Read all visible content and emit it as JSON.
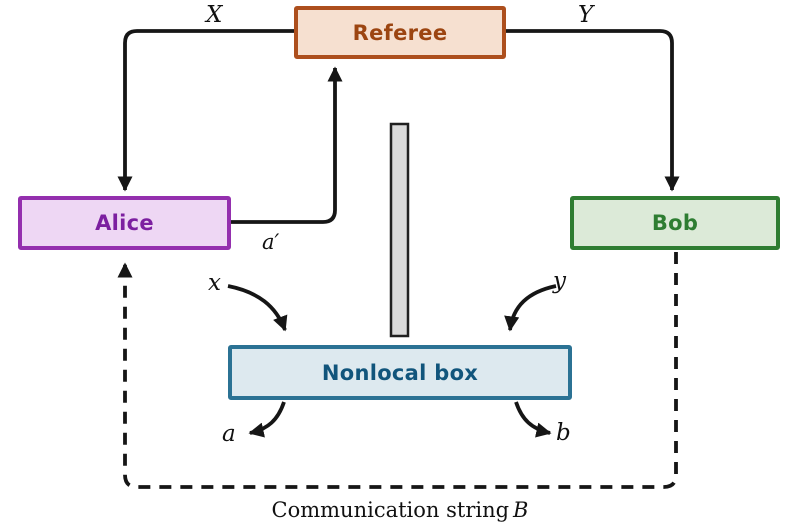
{
  "diagram": {
    "boxes": {
      "referee": {
        "label": "Referee"
      },
      "alice": {
        "label": "Alice"
      },
      "bob": {
        "label": "Bob"
      },
      "nonlocal": {
        "label": "Nonlocal box"
      }
    },
    "labels": {
      "referee_to_alice_input": "X",
      "referee_to_bob_input": "Y",
      "alice_answer": "a′",
      "alice_box_input": "x",
      "bob_box_input": "y",
      "alice_box_output": "a",
      "bob_box_output": "b",
      "caption_text": "Communication string",
      "caption_variable": "B"
    },
    "colors": {
      "referee_border": "#ad4f1d",
      "referee_fill": "#f6e0d0",
      "referee_text": "#9c4511",
      "alice_border": "#942fae",
      "alice_fill": "#eed7f4",
      "alice_text": "#7c1fa0",
      "bob_border": "#2f7d32",
      "bob_fill": "#dcead8",
      "bob_text": "#2e7d32",
      "nonlocal_border": "#2b7294",
      "nonlocal_fill": "#dde9ef",
      "nonlocal_text": "#11557c",
      "line_color": "#161616",
      "barrier_fill": "#d9d9d9",
      "barrier_stroke": "#1f1f1f",
      "background": "#ffffff"
    }
  }
}
